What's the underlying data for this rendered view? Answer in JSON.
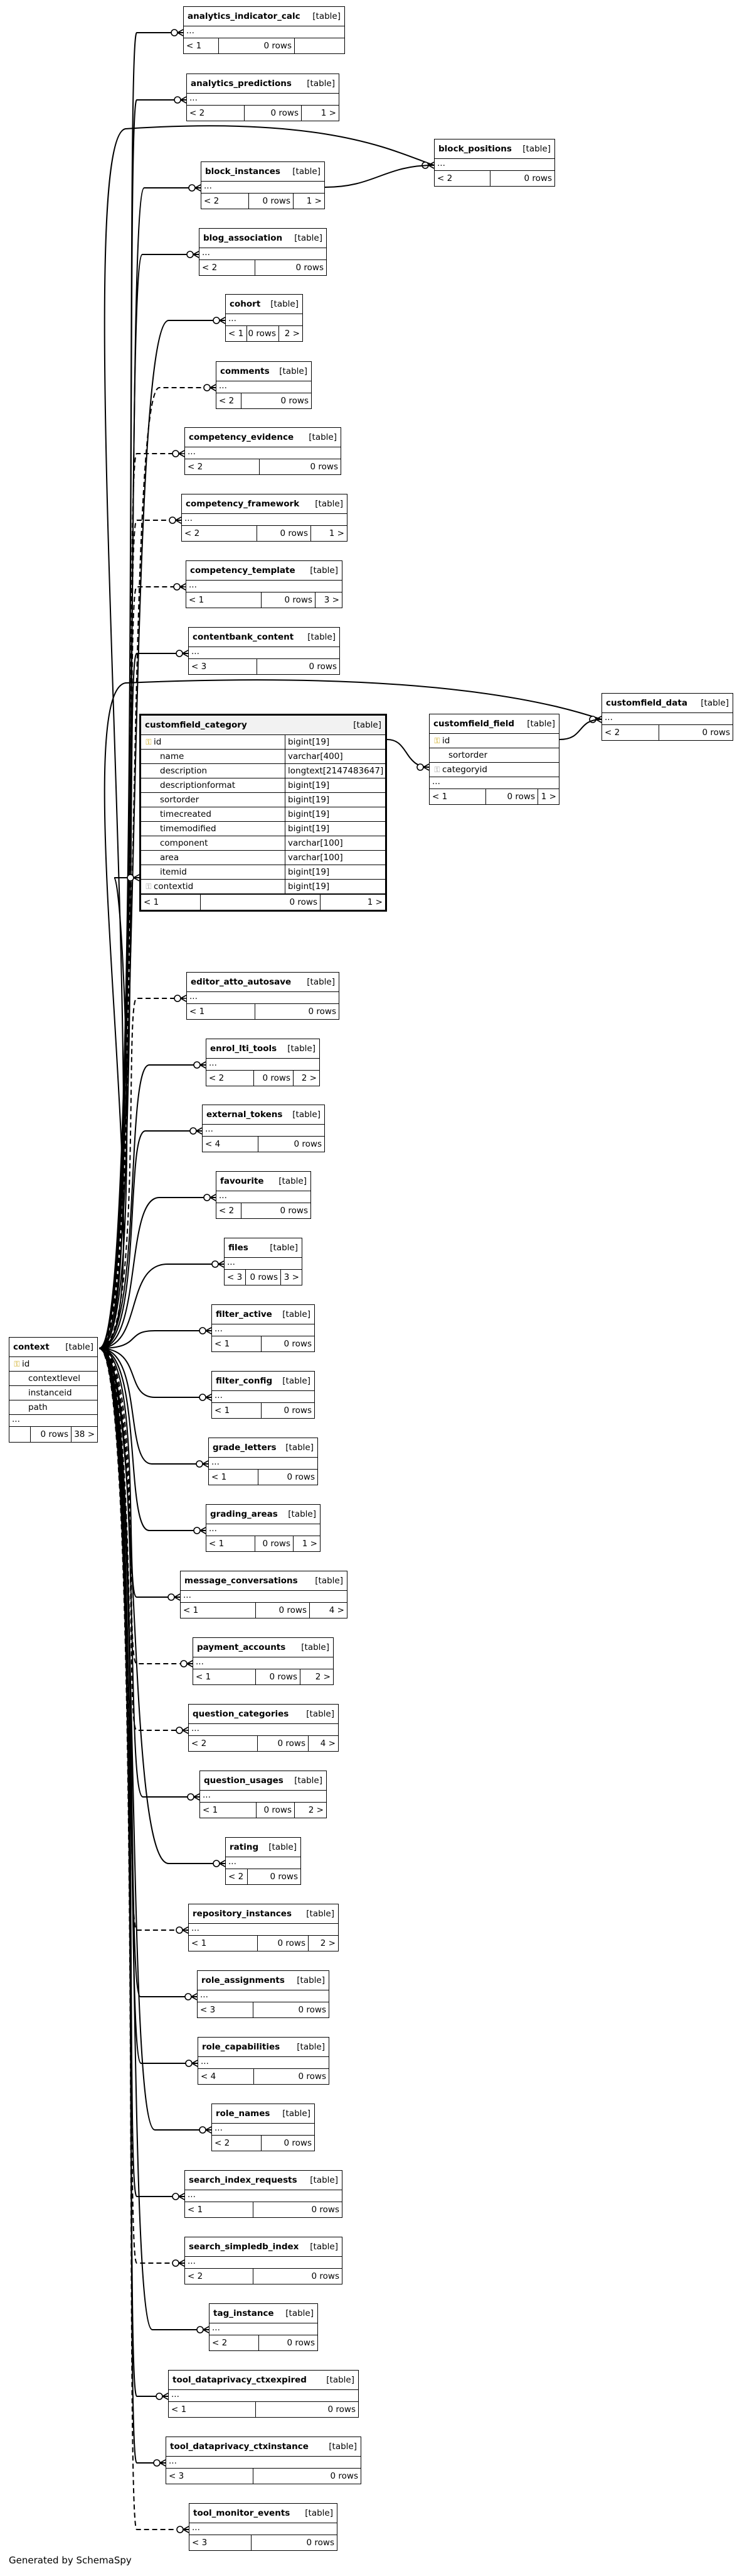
{
  "footer": "Generated by SchemaSpy",
  "table_tag": "[table]",
  "ellipsis": "...",
  "context": {
    "name": "context",
    "columns": [
      "id",
      "contextlevel",
      "instanceid",
      "path"
    ],
    "rows": "0 rows",
    "parents": "",
    "children": "38 >"
  },
  "customfield_category": {
    "name": "customfield_category",
    "columns": [
      {
        "name": "id",
        "type": "bigint[19]"
      },
      {
        "name": "name",
        "type": "varchar[400]"
      },
      {
        "name": "description",
        "type": "longtext[2147483647]"
      },
      {
        "name": "descriptionformat",
        "type": "bigint[19]"
      },
      {
        "name": "sortorder",
        "type": "bigint[19]"
      },
      {
        "name": "timecreated",
        "type": "bigint[19]"
      },
      {
        "name": "timemodified",
        "type": "bigint[19]"
      },
      {
        "name": "component",
        "type": "varchar[100]"
      },
      {
        "name": "area",
        "type": "varchar[100]"
      },
      {
        "name": "itemid",
        "type": "bigint[19]"
      },
      {
        "name": "contextid",
        "type": "bigint[19]"
      }
    ],
    "parents": "< 1",
    "rows": "0 rows",
    "children": "1 >"
  },
  "customfield_field": {
    "name": "customfield_field",
    "columns": [
      "id",
      "sortorder",
      "categoryid"
    ],
    "parents": "< 1",
    "rows": "0 rows",
    "children": "1 >"
  },
  "tables": [
    {
      "name": "analytics_indicator_calc",
      "parents": "< 1",
      "rows": "0 rows",
      "children": ""
    },
    {
      "name": "analytics_predictions",
      "parents": "< 2",
      "rows": "0 rows",
      "children": "1 >"
    },
    {
      "name": "block_positions",
      "parents": "< 2",
      "rows": "0 rows",
      "children": ""
    },
    {
      "name": "block_instances",
      "parents": "< 2",
      "rows": "0 rows",
      "children": "1 >"
    },
    {
      "name": "blog_association",
      "parents": "< 2",
      "rows": "0 rows",
      "children": ""
    },
    {
      "name": "cohort",
      "parents": "< 1",
      "rows": "0 rows",
      "children": "2 >"
    },
    {
      "name": "comments",
      "parents": "< 2",
      "rows": "0 rows",
      "children": ""
    },
    {
      "name": "competency_evidence",
      "parents": "< 2",
      "rows": "0 rows",
      "children": ""
    },
    {
      "name": "competency_framework",
      "parents": "< 2",
      "rows": "0 rows",
      "children": "1 >"
    },
    {
      "name": "competency_template",
      "parents": "< 1",
      "rows": "0 rows",
      "children": "3 >"
    },
    {
      "name": "contentbank_content",
      "parents": "< 3",
      "rows": "0 rows",
      "children": ""
    },
    {
      "name": "customfield_data",
      "parents": "< 2",
      "rows": "0 rows",
      "children": ""
    },
    {
      "name": "editor_atto_autosave",
      "parents": "< 1",
      "rows": "0 rows",
      "children": ""
    },
    {
      "name": "enrol_lti_tools",
      "parents": "< 2",
      "rows": "0 rows",
      "children": "2 >"
    },
    {
      "name": "external_tokens",
      "parents": "< 4",
      "rows": "0 rows",
      "children": ""
    },
    {
      "name": "favourite",
      "parents": "< 2",
      "rows": "0 rows",
      "children": ""
    },
    {
      "name": "files",
      "parents": "< 3",
      "rows": "0 rows",
      "children": "3 >"
    },
    {
      "name": "filter_active",
      "parents": "< 1",
      "rows": "0 rows",
      "children": ""
    },
    {
      "name": "filter_config",
      "parents": "< 1",
      "rows": "0 rows",
      "children": ""
    },
    {
      "name": "grade_letters",
      "parents": "< 1",
      "rows": "0 rows",
      "children": ""
    },
    {
      "name": "grading_areas",
      "parents": "< 1",
      "rows": "0 rows",
      "children": "1 >"
    },
    {
      "name": "message_conversations",
      "parents": "< 1",
      "rows": "0 rows",
      "children": "4 >"
    },
    {
      "name": "payment_accounts",
      "parents": "< 1",
      "rows": "0 rows",
      "children": "2 >"
    },
    {
      "name": "question_categories",
      "parents": "< 2",
      "rows": "0 rows",
      "children": "4 >"
    },
    {
      "name": "question_usages",
      "parents": "< 1",
      "rows": "0 rows",
      "children": "2 >"
    },
    {
      "name": "rating",
      "parents": "< 2",
      "rows": "0 rows",
      "children": ""
    },
    {
      "name": "repository_instances",
      "parents": "< 1",
      "rows": "0 rows",
      "children": "2 >"
    },
    {
      "name": "role_assignments",
      "parents": "< 3",
      "rows": "0 rows",
      "children": ""
    },
    {
      "name": "role_capabilities",
      "parents": "< 4",
      "rows": "0 rows",
      "children": ""
    },
    {
      "name": "role_names",
      "parents": "< 2",
      "rows": "0 rows",
      "children": ""
    },
    {
      "name": "search_index_requests",
      "parents": "< 1",
      "rows": "0 rows",
      "children": ""
    },
    {
      "name": "search_simpledb_index",
      "parents": "< 2",
      "rows": "0 rows",
      "children": ""
    },
    {
      "name": "tag_instance",
      "parents": "< 2",
      "rows": "0 rows",
      "children": ""
    },
    {
      "name": "tool_dataprivacy_ctxexpired",
      "parents": "< 1",
      "rows": "0 rows",
      "children": ""
    },
    {
      "name": "tool_dataprivacy_ctxinstance",
      "parents": "< 3",
      "rows": "0 rows",
      "children": ""
    },
    {
      "name": "tool_monitor_events",
      "parents": "< 3",
      "rows": "0 rows",
      "children": ""
    }
  ]
}
